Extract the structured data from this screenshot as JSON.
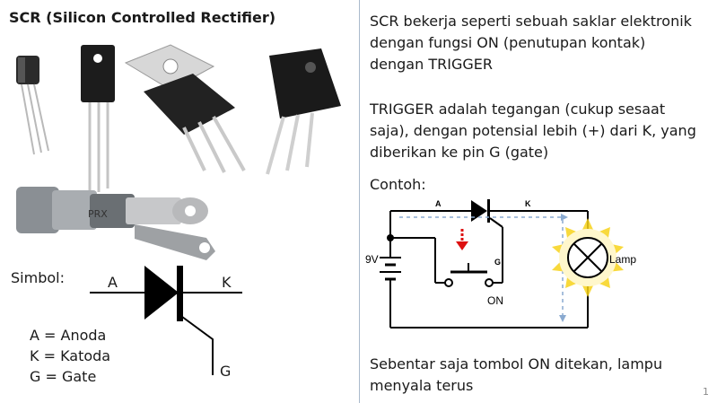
{
  "title": "SCR (Silicon Controlled Rectifier)",
  "simbol_label": "Simbol:",
  "symbol": {
    "anode": "A",
    "cathode": "K",
    "gate": "G"
  },
  "legend": [
    "A = Anoda",
    "K = Katoda",
    "G = Gate"
  ],
  "right": {
    "para1": [
      "SCR bekerja seperti sebuah saklar elektronik",
      "dengan fungsi ON (penutupan kontak)",
      "dengan TRIGGER"
    ],
    "para2": [
      "TRIGGER adalah tegangan (cukup sesaat",
      "saja), dengan potensial lebih (+) dari K, yang",
      "diberikan ke pin G (gate)"
    ],
    "contoh": "Contoh:",
    "conclusion": [
      "Sebentar saja tombol ON ditekan, lampu",
      "menyala terus"
    ]
  },
  "circuit": {
    "label_a": "A",
    "label_k": "K",
    "label_g": "G",
    "battery": "9V",
    "switch": "ON",
    "lamp": "Lamp",
    "accent_arrow": "#dd1111",
    "glow": "#f7d21a"
  },
  "page_number": "1"
}
